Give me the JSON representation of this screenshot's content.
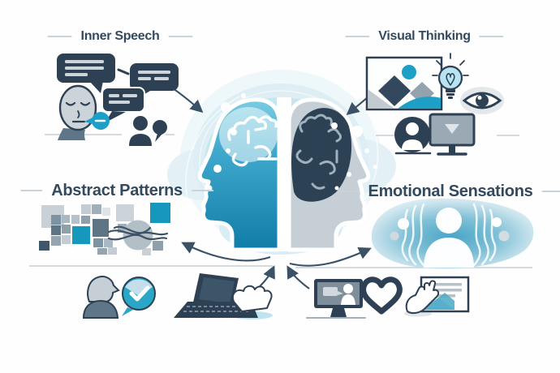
{
  "sections": {
    "inner_speech": {
      "label": "Inner Speech",
      "icons": [
        "speech-bubbles-icon",
        "speaking-face-icon",
        "people-chat-icon"
      ]
    },
    "visual_thinking": {
      "label": "Visual Thinking",
      "icons": [
        "picture-icon",
        "lightbulb-icon",
        "eye-icon",
        "user-circle-icon",
        "monitor-play-icon"
      ]
    },
    "abstract_patterns": {
      "label": "Abstract Patterns",
      "icons": [
        "squares-mosaic-icon",
        "scribble-circle-icon",
        "person-check-icon",
        "laptop-typing-icon"
      ]
    },
    "emotional_sensations": {
      "label": "Emotional Sensations",
      "icons": [
        "person-aura-icon",
        "presenter-monitor-icon",
        "heart-icon",
        "hand-touch-document-icon"
      ]
    }
  },
  "center": {
    "icon": "dual-profile-brain-icon"
  },
  "colors": {
    "accent_teal": "#1d9fc6",
    "navy": "#2e4154",
    "label_text": "#33495e",
    "aura_blue": "#bfe2ee",
    "divider_gray": "#c6cfd5",
    "arrow": "#3a5166"
  }
}
